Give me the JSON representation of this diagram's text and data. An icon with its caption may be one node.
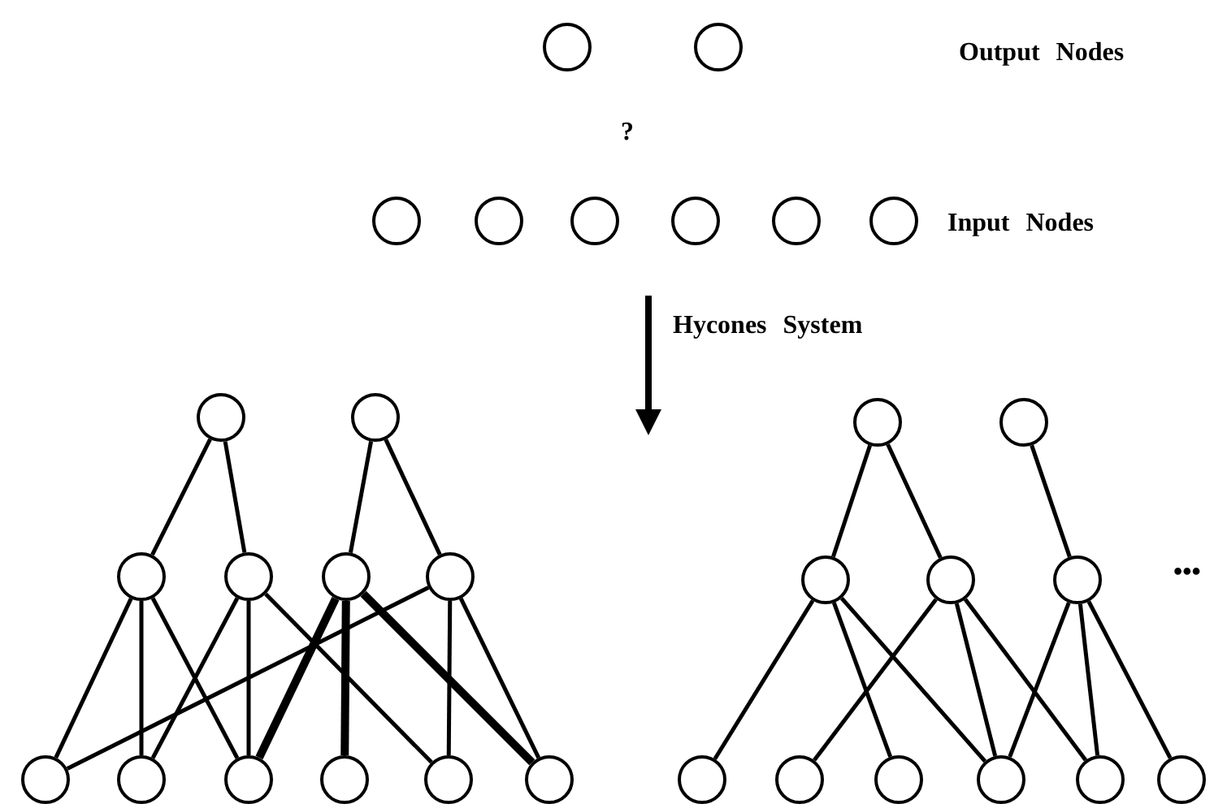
{
  "diagram": {
    "nodes": [
      {
        "text": [],
        "shape": "circle"
      },
      {
        "text": [],
        "shape": "circle"
      },
      {
        "text": [],
        "shape": "circle"
      },
      {
        "text": [],
        "shape": "circle"
      },
      {
        "text": [],
        "shape": "circle"
      },
      {
        "text": [],
        "shape": "circle"
      },
      {
        "text": [],
        "shape": "circle"
      },
      {
        "text": [],
        "shape": "circle"
      },
      {
        "text": [],
        "shape": "circle"
      },
      {
        "text": [],
        "shape": "circle"
      },
      {
        "text": [],
        "shape": "circle"
      },
      {
        "text": [],
        "shape": "circle"
      },
      {
        "text": [],
        "shape": "circle"
      },
      {
        "text": [],
        "shape": "circle"
      },
      {
        "text": [],
        "shape": "circle"
      },
      {
        "text": [],
        "shape": "circle"
      },
      {
        "text": [],
        "shape": "circle"
      },
      {
        "text": [],
        "shape": "circle"
      },
      {
        "text": [],
        "shape": "circle"
      },
      {
        "text": [],
        "shape": "circle"
      },
      {
        "text": [],
        "shape": "circle"
      },
      {
        "text": [],
        "shape": "circle"
      },
      {
        "text": [],
        "shape": "circle"
      },
      {
        "text": [],
        "shape": "circle"
      },
      {
        "text": [],
        "shape": "circle"
      },
      {
        "text": [],
        "shape": "circle"
      },
      {
        "text": [],
        "shape": "circle"
      },
      {
        "text": [],
        "shape": "circle"
      },
      {
        "text": [],
        "shape": "circle"
      },
      {
        "text": [],
        "shape": "circle"
      },
      {
        "text": [],
        "shape": "circle"
      }
    ],
    "edges": [
      {
        "from": 8,
        "to": 10,
        "arrow": "none"
      },
      {
        "from": 8,
        "to": 11,
        "arrow": "none"
      },
      {
        "from": 9,
        "to": 12,
        "arrow": "none"
      },
      {
        "from": 9,
        "to": 13,
        "arrow": "none"
      },
      {
        "from": 10,
        "to": 14,
        "arrow": "none"
      },
      {
        "from": 10,
        "to": 15,
        "arrow": "none"
      },
      {
        "from": 10,
        "to": 16,
        "arrow": "none"
      },
      {
        "from": 11,
        "to": 15,
        "arrow": "none"
      },
      {
        "from": 11,
        "to": 16,
        "arrow": "none"
      },
      {
        "from": 11,
        "to": 18,
        "arrow": "none"
      },
      {
        "from": 12,
        "to": 16,
        "arrow": "none",
        "style": "thick"
      },
      {
        "from": 12,
        "to": 17,
        "arrow": "none",
        "style": "thick"
      },
      {
        "from": 12,
        "to": 19,
        "arrow": "none",
        "style": "thick"
      },
      {
        "from": 13,
        "to": 14,
        "arrow": "none"
      },
      {
        "from": 13,
        "to": 18,
        "arrow": "none"
      },
      {
        "from": 13,
        "to": 19,
        "arrow": "none"
      },
      {
        "from": 20,
        "to": 22,
        "arrow": "none"
      },
      {
        "from": 20,
        "to": 23,
        "arrow": "none"
      },
      {
        "from": 21,
        "to": 24,
        "arrow": "none"
      },
      {
        "from": 22,
        "to": 25,
        "arrow": "none"
      },
      {
        "from": 22,
        "to": 27,
        "arrow": "none"
      },
      {
        "from": 22,
        "to": 28,
        "arrow": "none"
      },
      {
        "from": 23,
        "to": 26,
        "arrow": "none"
      },
      {
        "from": 23,
        "to": 28,
        "arrow": "none"
      },
      {
        "from": 23,
        "to": 29,
        "arrow": "none"
      },
      {
        "from": 24,
        "to": 28,
        "arrow": "none"
      },
      {
        "from": 24,
        "to": 29,
        "arrow": "none"
      },
      {
        "from": 24,
        "to": 30,
        "arrow": "none"
      }
    ],
    "labels": [
      "Output Nodes",
      "?",
      "Input Nodes",
      "Hycones System",
      "•••"
    ]
  }
}
